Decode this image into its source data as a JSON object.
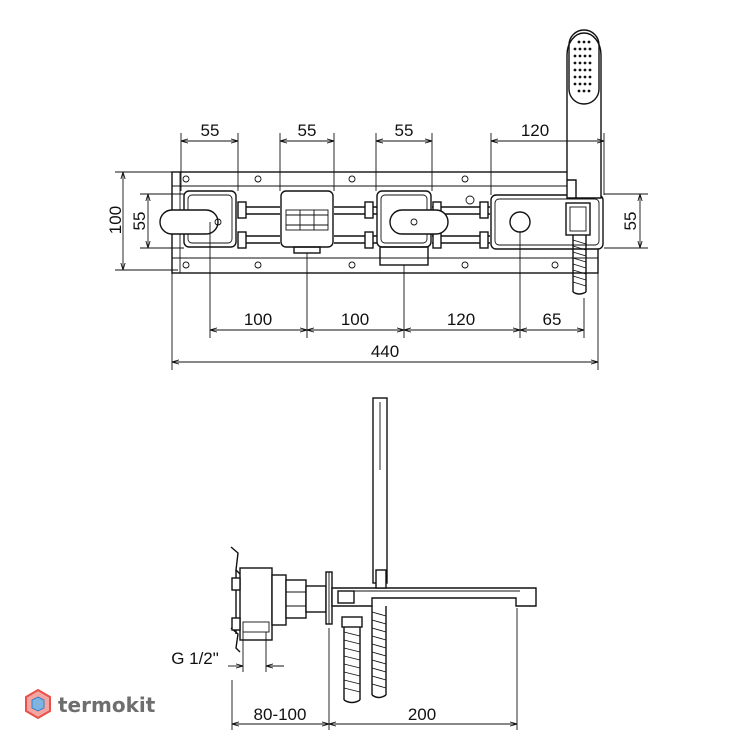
{
  "top_view": {
    "dims_top": [
      "55",
      "55",
      "55",
      "120"
    ],
    "dims_bottom": [
      "100",
      "100",
      "120",
      "65"
    ],
    "total_width": "440",
    "height_left_outer": "100",
    "height_left_inner": "55",
    "height_right": "55"
  },
  "side_view": {
    "thread_label": "G 1/2\"",
    "depth_range": "80-100",
    "spout_length": "200"
  },
  "watermark": {
    "text": "termokit",
    "colors": [
      "#e8524a",
      "#f4a5a0",
      "#7fb3e0",
      "#3a7fc8"
    ]
  }
}
